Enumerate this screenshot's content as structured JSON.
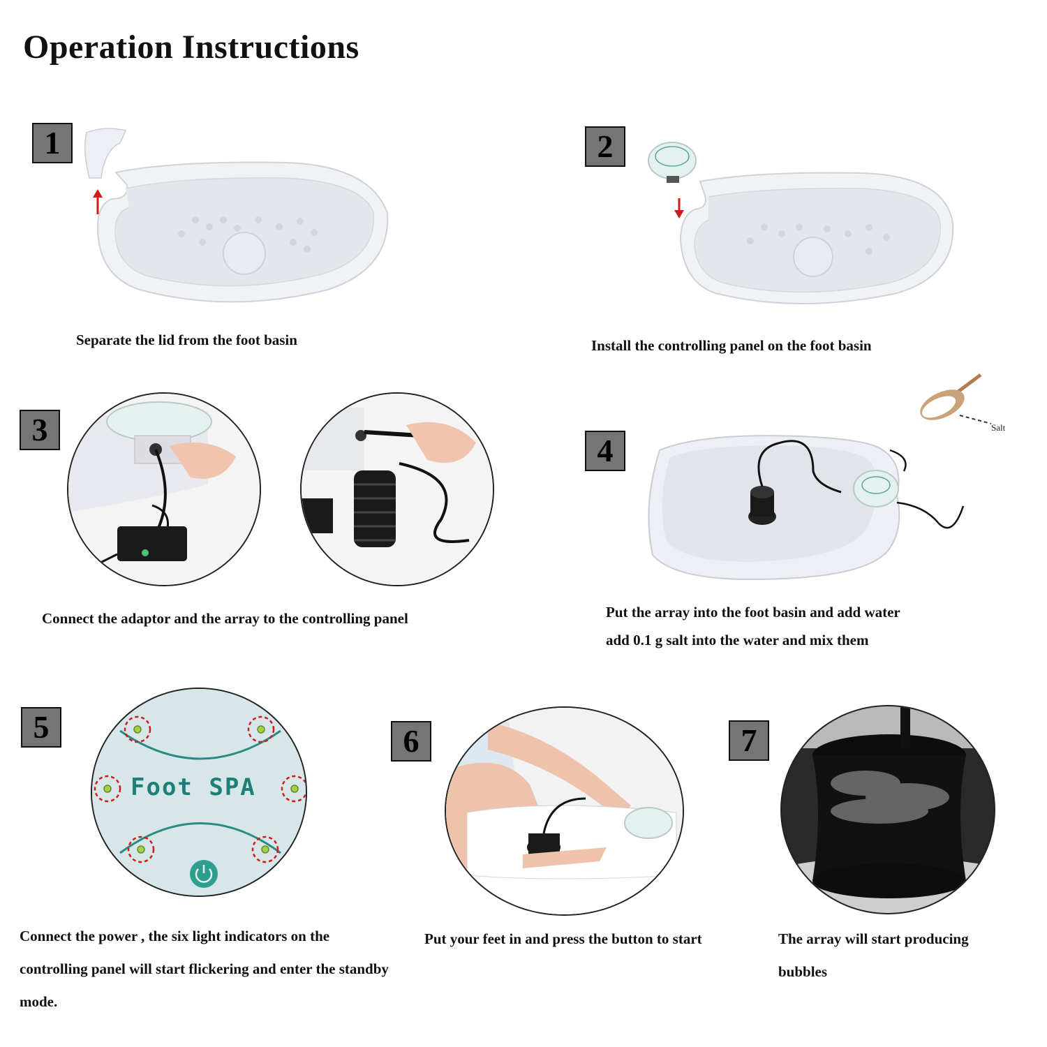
{
  "page": {
    "title": "Operation Instructions"
  },
  "steps": [
    {
      "number": "1",
      "caption": "Separate the lid from the foot basin"
    },
    {
      "number": "2",
      "caption": "Install the controlling panel on the foot basin"
    },
    {
      "number": "3",
      "caption": "Connect the adaptor and the array to the controlling panel"
    },
    {
      "number": "4",
      "caption_line1": "Put the array into the foot basin and add water",
      "caption_line2": "add 0.1 g salt into the water and mix them",
      "salt_label": "Salt"
    },
    {
      "number": "5",
      "caption": "Connect the power , the six light indicators on the controlling panel will start flickering and enter the standby mode.",
      "panel_text": "Foot SPA"
    },
    {
      "number": "6",
      "caption": "Put your feet in and press the button to start"
    },
    {
      "number": "7",
      "caption": "The array will start producing bubbles"
    }
  ],
  "colors": {
    "badge_bg": "#757575",
    "panel_teal": "#1e7f77",
    "indicator_green": "#9fd14a",
    "dashed_red": "#d11a1a"
  },
  "icons": [
    "arrow-up-icon",
    "arrow-down-icon",
    "power-icon"
  ]
}
